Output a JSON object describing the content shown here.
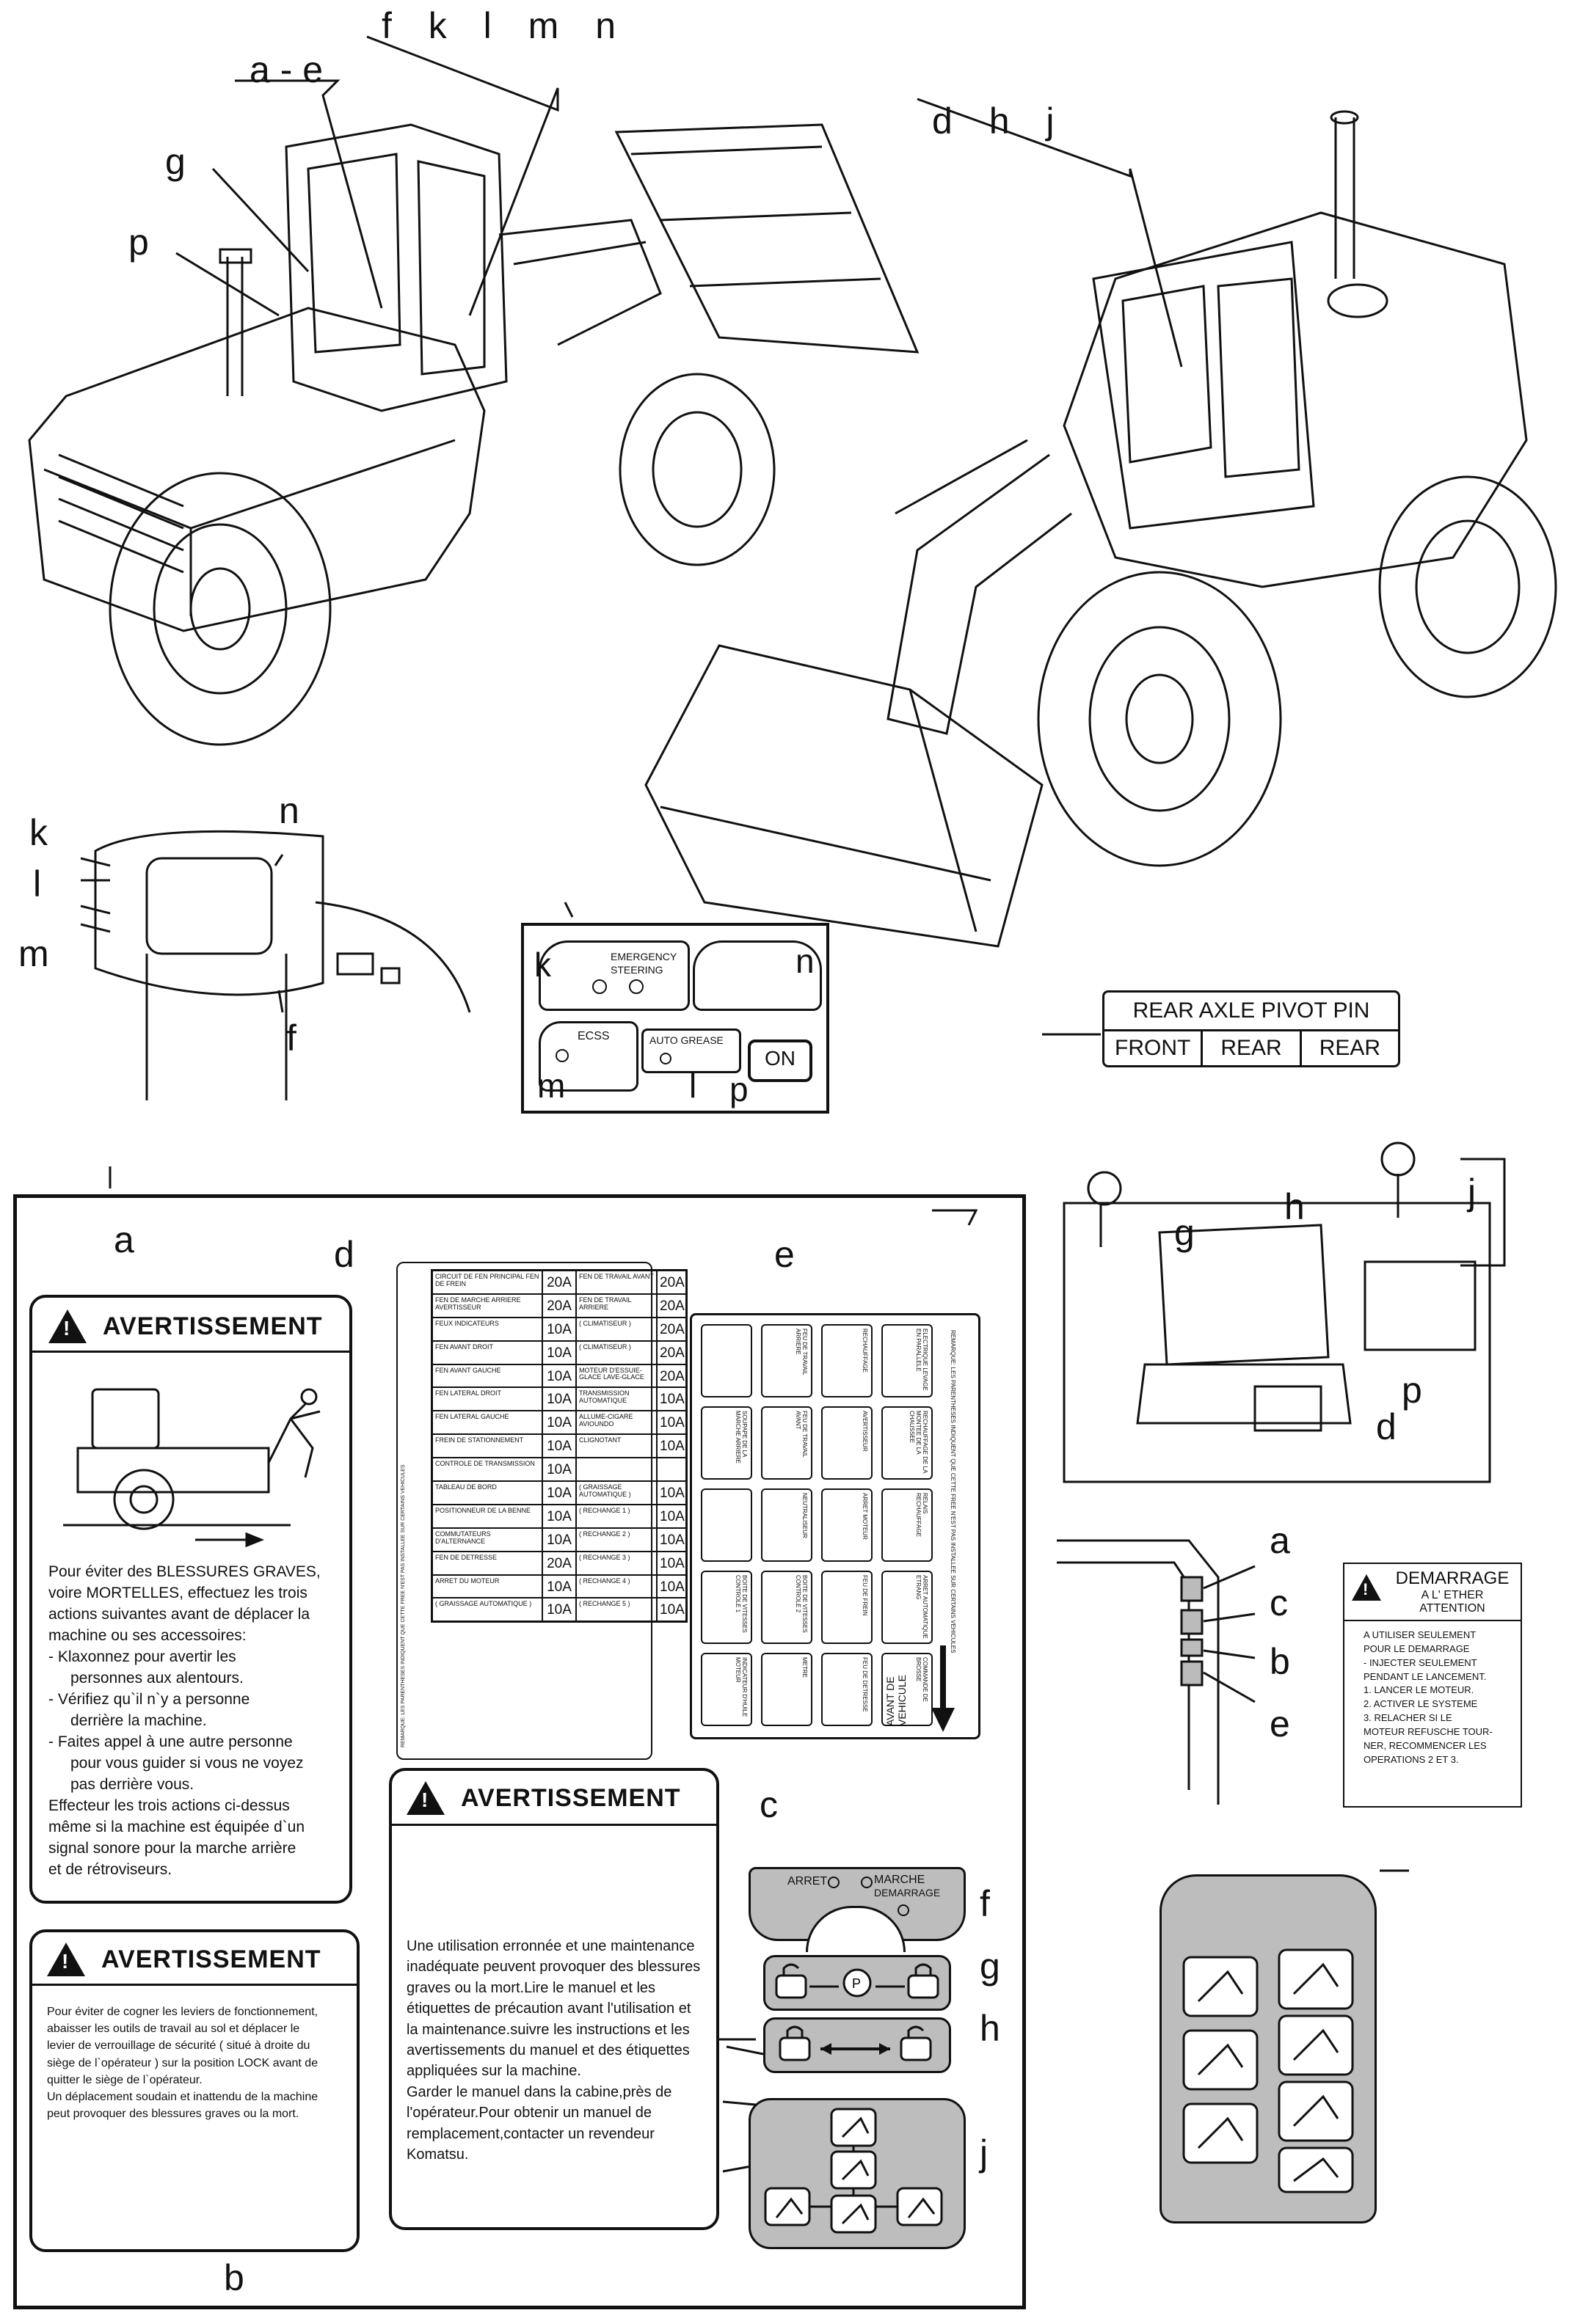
{
  "callouts": {
    "a_e": "a - e",
    "fklmn": "f k l m n",
    "dhj": "d h j",
    "g": "g",
    "p": "p",
    "k": "k",
    "l": "l",
    "m": "m",
    "n": "n",
    "f": "f",
    "a": "a",
    "b": "b",
    "c": "c",
    "d": "d",
    "e": "e",
    "h": "h",
    "j": "j"
  },
  "switch_panel": {
    "k_label": "EMERGENCY STEERING",
    "m_label": "ECSS",
    "l_label": "AUTO GREASE",
    "p_label": "ON"
  },
  "rear_axle": {
    "title": "REAR AXLE PIVOT PIN",
    "cells": [
      "FRONT",
      "REAR",
      "REAR"
    ]
  },
  "warning_a": {
    "heading": "AVERTISSEMENT",
    "lines": [
      "Pour éviter des BLESSURES GRAVES,",
      "voire MORTELLES, effectuez les trois",
      "actions suivantes avant de déplacer la",
      "machine ou ses accessoires:",
      "- Klaxonnez pour avertir les",
      "  personnes aux alentours.",
      "- Vérifiez qu`il n`y a personne",
      "  derrière la machine.",
      "- Faites appel à une autre personne",
      "  pour vous guider si vous ne voyez",
      "  pas derrière vous.",
      "Effecteur les trois actions ci-dessus",
      "même si la machine est équipée d`un",
      "signal sonore pour la marche arrière",
      "et de rétroviseurs."
    ]
  },
  "warning_b": {
    "heading": "AVERTISSEMENT",
    "lines": [
      "Pour éviter de cogner les leviers de fonctionnement,",
      "abaisser les outils de travail au sol et déplacer le",
      "levier de verrouillage de sécurité ( situé à droite du",
      "siège de l`opérateur ) sur la position LOCK avant de",
      "quitter le siège de l`opérateur.",
      "Un déplacement soudain et inattendu de la machine",
      "peut provoquer des blessures graves ou la mort."
    ]
  },
  "warning_c": {
    "heading": "AVERTISSEMENT",
    "lines": [
      "Une utilisation erronnée et une maintenance",
      "inadéquate peuvent provoquer des blessures",
      "graves ou la mort.Lire le manuel et les",
      "étiquettes de précaution avant l'utilisation et",
      "la maintenance.suivre les instructions et les",
      "avertissements du manuel et des étiquettes",
      "appliquées sur la machine.",
      "Garder le manuel dans la cabine,près de",
      "l'opérateur.Pour obtenir un manuel de",
      "remplacement,contacter un revendeur",
      "Komatsu."
    ]
  },
  "fuse_d": {
    "rows": [
      [
        "CIRCUIT DE FEN PRINCIPAL FEN DE FREIN",
        "20A",
        "FEN DE TRAVAIL AVANT",
        "20A"
      ],
      [
        "FEN DE MARCHE ARRIERE AVERTISSEUR",
        "20A",
        "FEN DE TRAVAIL ARRIERE",
        "20A"
      ],
      [
        "FEUX INDICATEURS",
        "10A",
        "( CLIMATISEUR )",
        "20A"
      ],
      [
        "FEN AVANT DROIT",
        "10A",
        "( CLIMATISEUR )",
        "20A"
      ],
      [
        "FEN AVANT GAUCHE",
        "10A",
        "MOTEUR D'ESSUIE-GLACE LAVE-GLACE",
        "20A"
      ],
      [
        "FEN LATERAL DROIT",
        "10A",
        "TRANSMISSION AUTOMATIQUE",
        "10A"
      ],
      [
        "FEN LATERAL GAUCHE",
        "10A",
        "ALLUME-CIGARE AVIOUNDO",
        "10A"
      ],
      [
        "FREIN DE STATIONNEMENT",
        "10A",
        "CLIGNOTANT",
        "10A"
      ],
      [
        "CONTROLE DE TRANSMISSION",
        "10A",
        "",
        ""
      ],
      [
        "TABLEAU DE BORD",
        "10A",
        "( GRAISSAGE AUTOMATIQUE )",
        "10A"
      ],
      [
        "POSITIONNEUR DE LA BENNE",
        "10A",
        "( RECHANGE 1 )",
        "10A"
      ],
      [
        "COMMUTATEURS D'ALTERNANCE",
        "10A",
        "( RECHANGE 2 )",
        "10A"
      ],
      [
        "FEN DE DETRESSE",
        "20A",
        "( RECHANGE 3 )",
        "10A"
      ],
      [
        "ARRET DU MOTEUR",
        "10A",
        "( RECHANGE 4 )",
        "10A"
      ],
      [
        "( GRAISSAGE AUTOMATIQUE )",
        "10A",
        "( RECHANGE 5 )",
        "10A"
      ]
    ],
    "side_note": "REMARQUE: LES PARENTHESES INDIQUENT QUE CETTE FREE N'EST PAS INSTALLEE SUR CERTAINS VEHICULES"
  },
  "panel_e": {
    "cells": [
      "",
      "FEU DE TRAVAIL ARRIERE",
      "RECHAUFFAGE",
      "ELECTRIQUE LEVAGE EN PARALLELE",
      "SOUPAPE DE LA MARCHE ARRIERE",
      "FEU DE TRAVAIL AVANT",
      "AVERTISSEUR",
      "RECHAUFFAGE DE LA MONTEE DE LA CHAUSSEE",
      "",
      "NEUTRALISEUR",
      "ARRET MOTEUR",
      "RELAIS RECHAUFFAGE",
      "BOITE DE VITESSES CONTROLE 1",
      "BOITE DE VITESSES CONTROLE 2",
      "FEU DE FREIN",
      "ARRET AUTOMATIQUE ETRANG",
      "INDICATEUR D'HUILE MOTEUR",
      "METRE",
      "FEU DE DETRESSE",
      "COMMANDE DE BROSSE"
    ],
    "side_note": "REMARQUE: LES PARENTHESES INDIQUENT QUE CETTE FREE N'EST PAS INSTALLEE SUR CERTAINS VEHICULES",
    "front_label": "AVANT DE VEHICULE"
  },
  "key_f": {
    "off": "ARRET",
    "run": "MARCHE",
    "start": "DEMARRAGE"
  },
  "ether": {
    "title": "DEMARRAGE",
    "subtitle1": "A L' ETHER",
    "subtitle2": "ATTENTION",
    "lines": [
      "A UTILISER SEULEMENT",
      "POUR LE DEMARRAGE",
      "- INJECTER SEULEMENT",
      "PENDANT LE LANCEMENT.",
      "1. LANCER LE MOTEUR.",
      "2. ACTIVER LE SYSTEME",
      "3. RELACHER SI LE",
      "MOTEUR REFUSCHE TOUR-",
      "NER, RECOMMENCER LES",
      "OPERATIONS 2 ET 3."
    ]
  }
}
